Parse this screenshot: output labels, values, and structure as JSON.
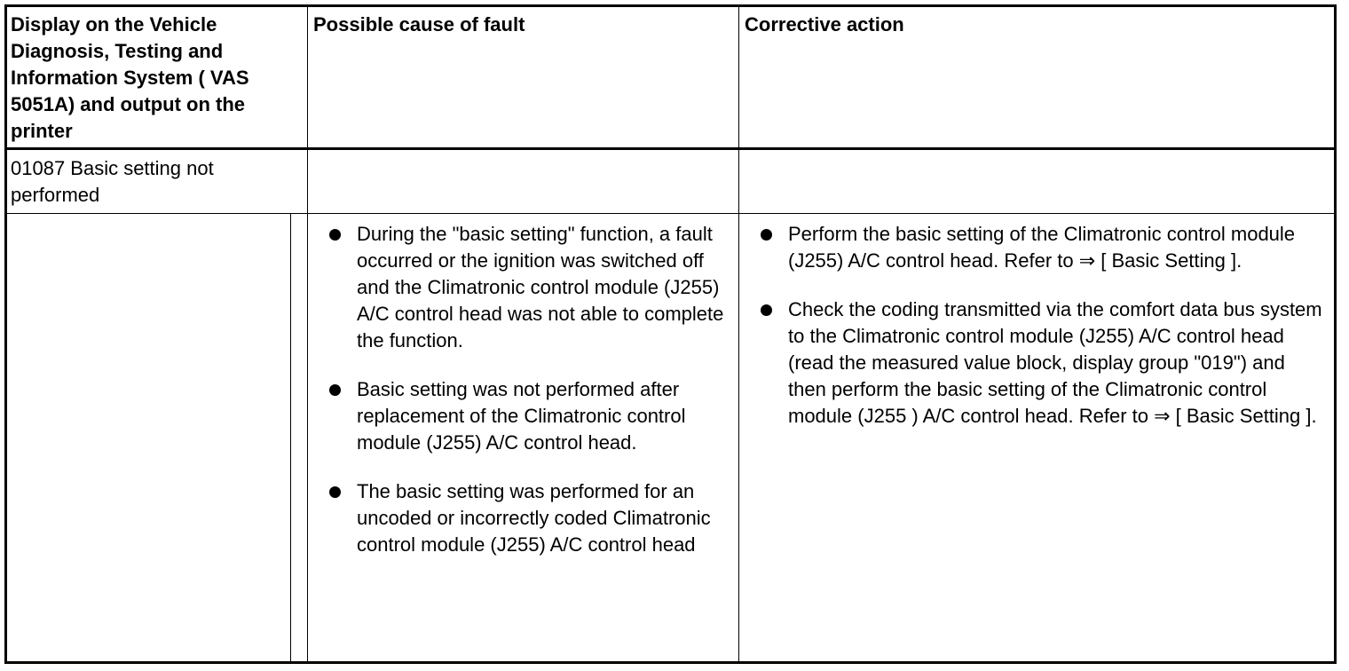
{
  "table": {
    "headers": {
      "display": "Display on the Vehicle Diagnosis, Testing and Information System ( VAS 5051A) and output on the printer",
      "cause": "Possible cause of fault",
      "action": "Corrective action"
    },
    "fault_code": "01087 Basic setting not performed",
    "causes": [
      "During the \"basic setting\" function, a fault occurred or the ignition was switched off and the Climatronic control module (J255) A/C control head was not able to complete the function.",
      "Basic setting was not performed after replacement of the Climatronic control module (J255) A/C control head.",
      "The basic setting was performed for an uncoded or incorrectly coded Climatronic control module (J255) A/C control head"
    ],
    "actions": [
      "Perform the basic setting of the Climatronic control module (J255) A/C control head. Refer to ⇒ [ Basic Setting ].",
      "Check the coding transmitted via the comfort data bus system to the Climatronic control module (J255) A/C control head (read the measured value block, display group \"019\") and then perform the basic setting of the Climatronic control module (J255 ) A/C control head. Refer to ⇒ [ Basic Setting ]."
    ]
  }
}
